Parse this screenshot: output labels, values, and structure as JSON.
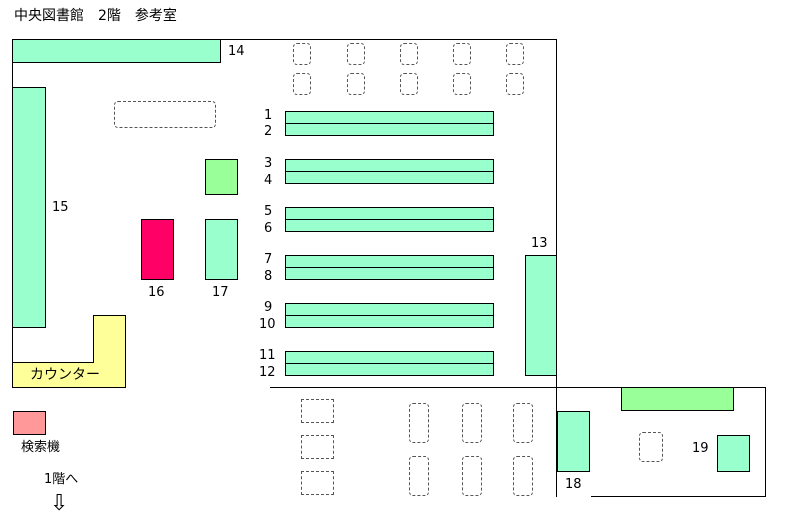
{
  "title": "中央図書館　2階　参考室",
  "labels": {
    "n1": "1",
    "n2": "2",
    "n3": "3",
    "n4": "4",
    "n5": "5",
    "n6": "6",
    "n7": "7",
    "n8": "8",
    "n9": "9",
    "n10": "10",
    "n11": "11",
    "n12": "12",
    "n13": "13",
    "n14": "14",
    "n15": "15",
    "n16": "16",
    "n17": "17",
    "n18": "18",
    "n19": "19"
  },
  "counter": "カウンター",
  "search_terminal": "検索機",
  "to_floor1": "1階へ",
  "arrow": "⇩",
  "colors": {
    "shelf": "#99ffcc",
    "green": "#99ff99",
    "red": "#ff0066",
    "pink": "#ff9999",
    "yellow": "#ffff99"
  }
}
